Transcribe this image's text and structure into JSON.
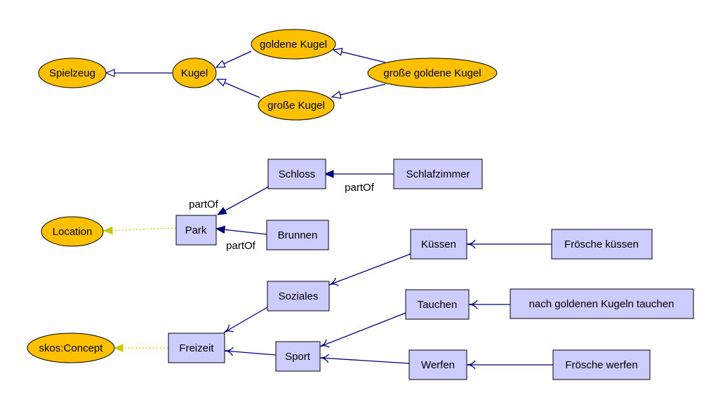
{
  "colors": {
    "concept_fill": "#ffc000",
    "node_fill": "#ccccff",
    "edge": "#000080",
    "link_dotted": "#c8c800"
  },
  "nodes": {
    "spielzeug": "Spielzeug",
    "kugel": "Kugel",
    "goldene_kugel": "goldene Kugel",
    "grosse_kugel": "große Kugel",
    "grosse_goldene_kugel": "große goldene Kugel",
    "schloss": "Schloss",
    "schlafzimmer": "Schlafzimmer",
    "park": "Park",
    "brunnen": "Brunnen",
    "location": "Location",
    "kuessen": "Küssen",
    "froesche_kuessen": "Frösche küssen",
    "soziales": "Soziales",
    "tauchen": "Tauchen",
    "nach_goldenen_kugeln_tauchen": "nach goldenen Kugeln tauchen",
    "skos_concept": "skos:Concept",
    "freizeit": "Freizeit",
    "sport": "Sport",
    "werfen": "Werfen",
    "froesche_werfen": "Frösche werfen"
  },
  "edge_labels": {
    "schlafzimmer_schloss": "partOf",
    "schloss_park": "partOf",
    "brunnen_park": "partOf"
  }
}
